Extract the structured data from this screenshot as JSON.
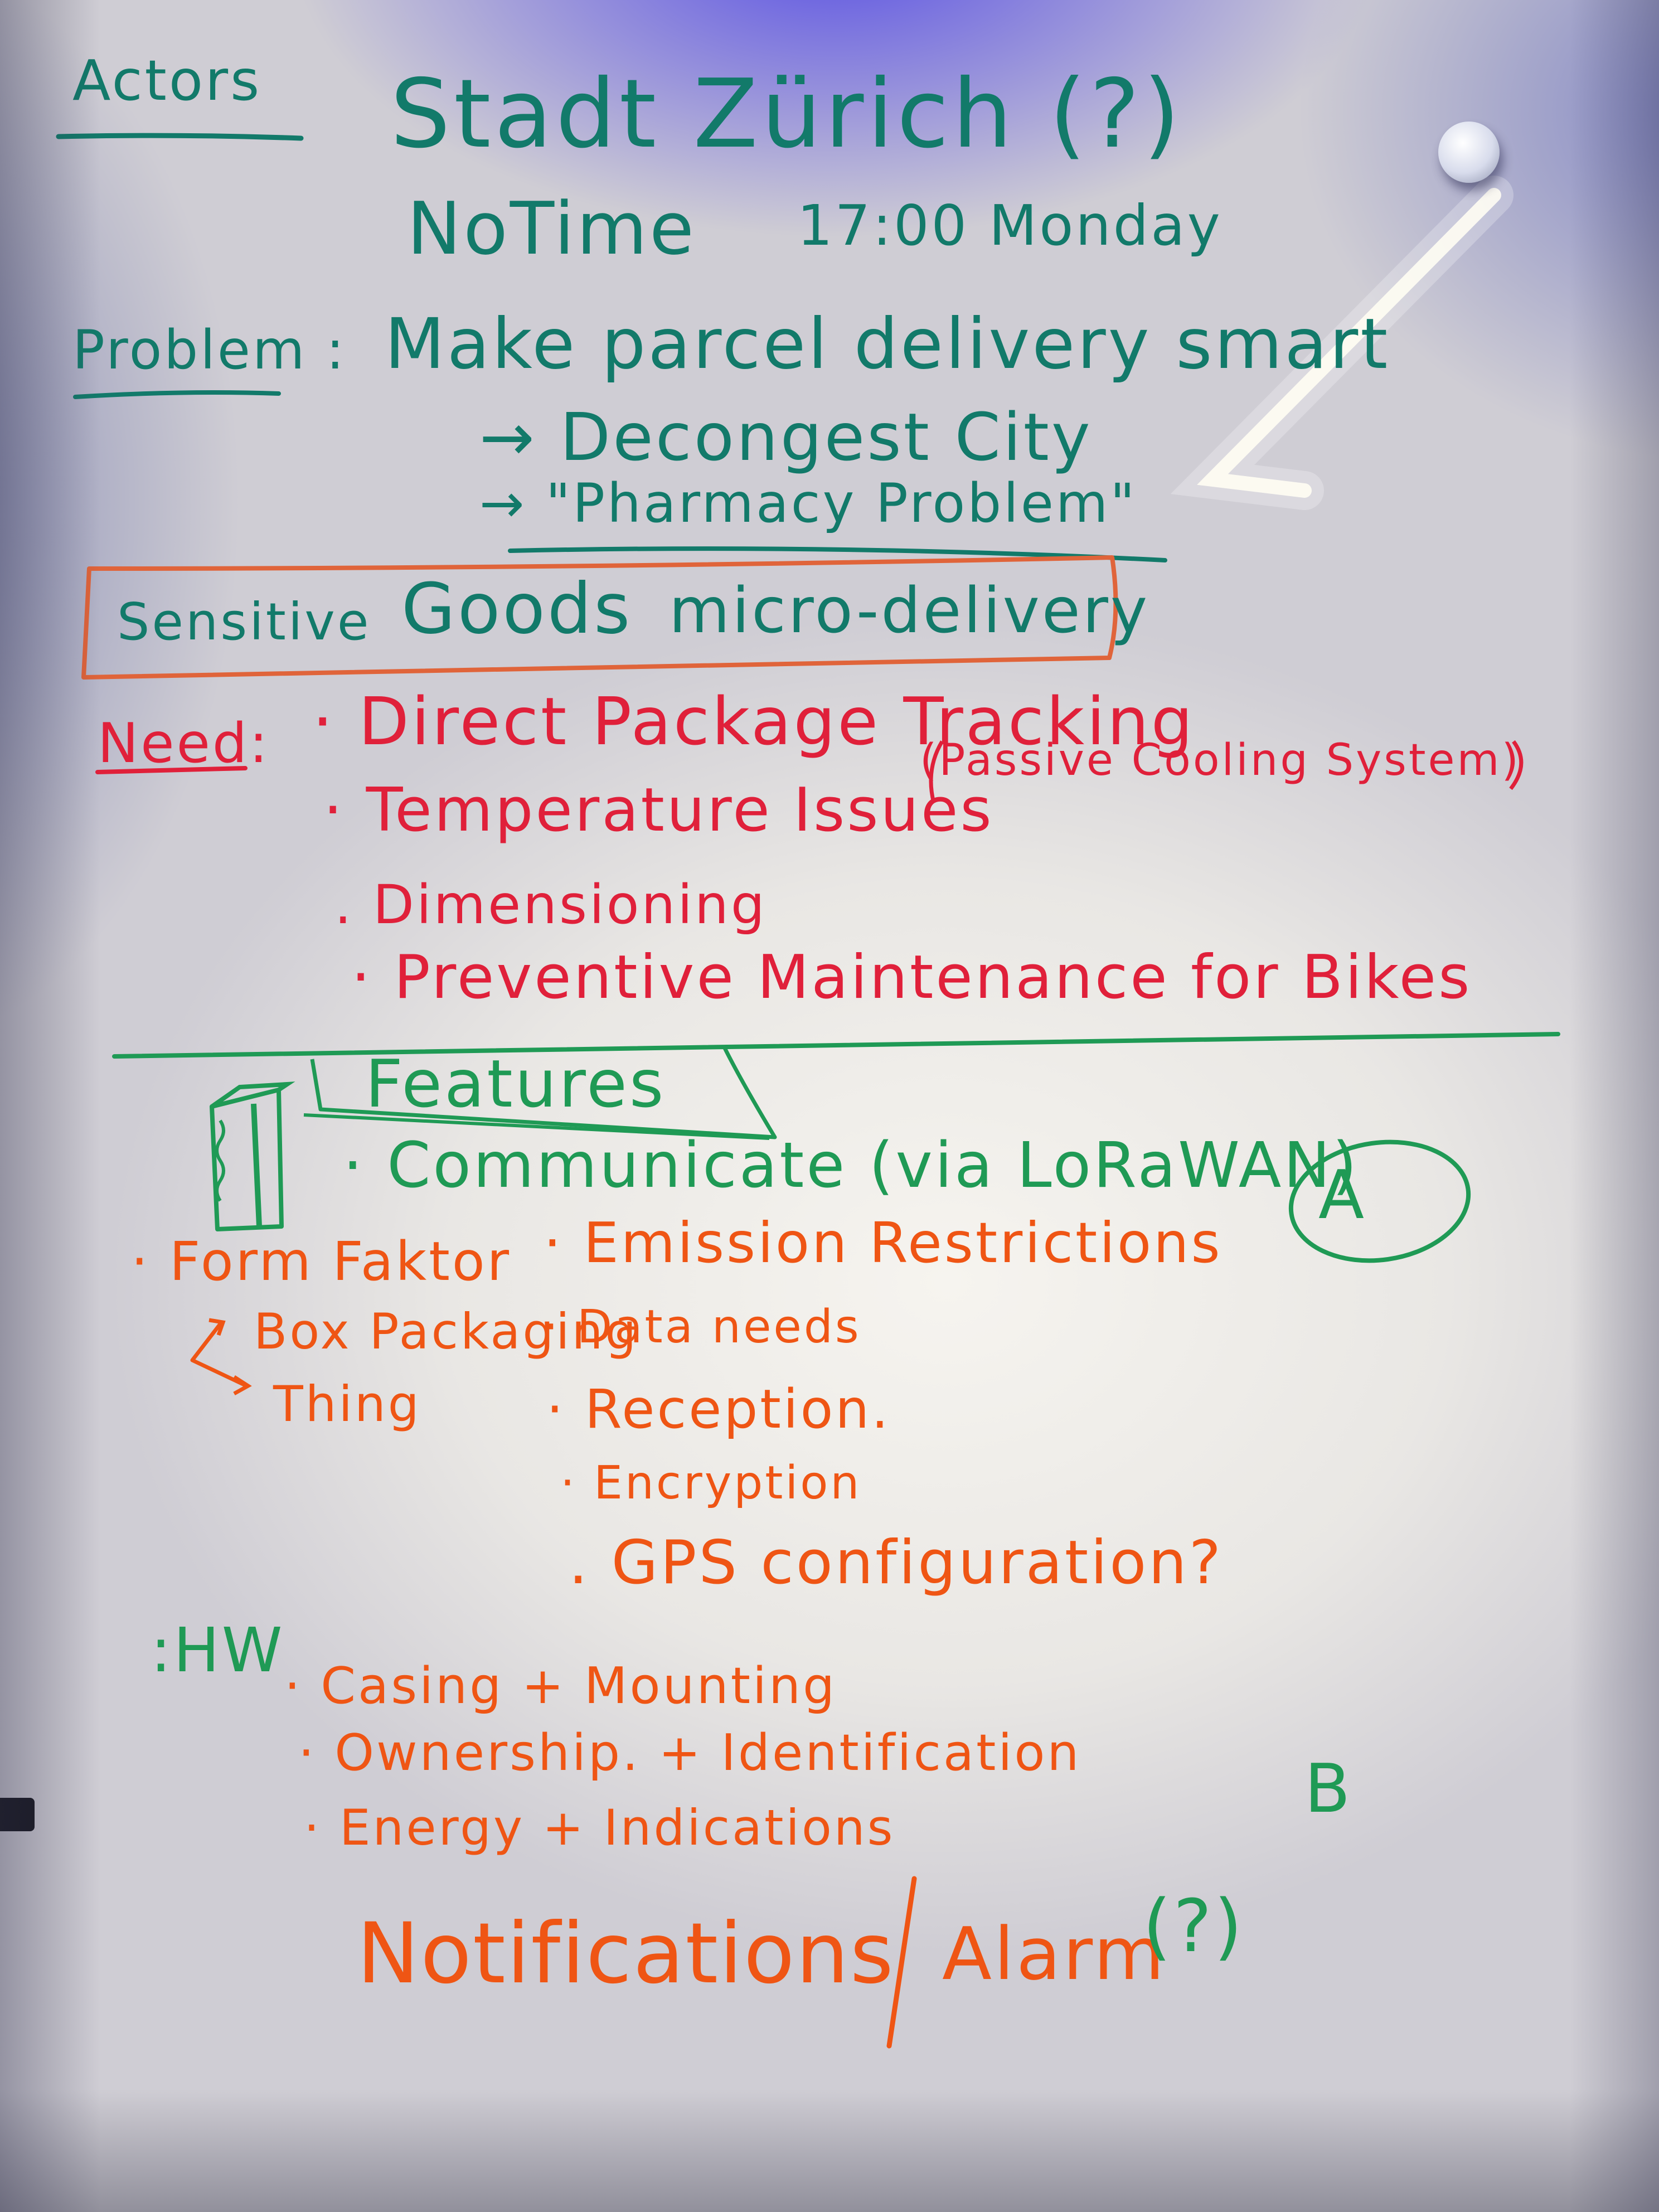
{
  "header": {
    "actors_label": "Actors",
    "actor_1": "Stadt Zürich (?)",
    "no_time": "NoTime",
    "time": "17:00 Monday"
  },
  "problem": {
    "label": "Problem :",
    "statement": "Make parcel delivery smart",
    "sub_1": "→ Decongest City",
    "sub_2": "→ \"Pharmacy Problem\""
  },
  "focus_box": {
    "word_1": "Sensitive",
    "word_2": "Goods",
    "word_3": "micro-delivery"
  },
  "need": {
    "label": "Need:",
    "items": [
      "· Direct Package Tracking",
      "(Passive Cooling System)",
      "· Temperature Issues",
      ". Dimensioning",
      "· Preventive Maintenance for Bikes"
    ]
  },
  "features": {
    "label": "Features",
    "communicate": "· Communicate (via LoRaWAN)",
    "circle_mark": "A",
    "sub_items": [
      "· Emission Restrictions",
      "· Data needs",
      "· Reception.",
      "· Encryption",
      ". GPS configuration?"
    ],
    "form_factor": "· Form Faktor",
    "form_options": [
      "Box Packaging",
      "Thing"
    ]
  },
  "hw": {
    "label": ":HW",
    "items": [
      "· Casing + Mounting",
      "· Ownership. + Identification",
      "· Energy + Indications"
    ],
    "b_mark": "B",
    "notifications": "Notifications",
    "alarm": "Alarm",
    "alarm_q": "(?)"
  },
  "colors": {
    "teal_marker": "#127a6a",
    "green_marker": "#1f9a55",
    "red_marker": "#e0203a",
    "orange_marker": "#ef5514"
  }
}
